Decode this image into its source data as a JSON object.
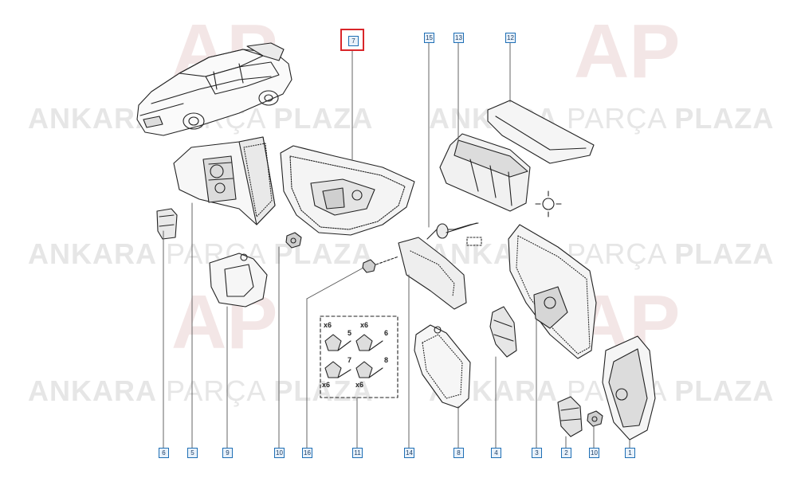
{
  "watermark": {
    "logo": "AP",
    "brand_bold_1": "ANKARA",
    "brand_light": "PARÇA",
    "brand_bold_2": "PLAZA"
  },
  "highlighted_callout": "7",
  "callouts": {
    "c15": "15",
    "c13": "13",
    "c12": "12",
    "c6": "6",
    "c5": "5",
    "c9": "9",
    "c10": "10",
    "c16": "16",
    "c11": "11",
    "c14": "14",
    "c8": "8",
    "c4": "4",
    "c3": "3",
    "c2": "2",
    "c10b": "10",
    "c1": "1"
  },
  "kit": {
    "n5": "5",
    "n6": "6",
    "n7": "7",
    "n8": "8",
    "q1": "x6",
    "q2": "x6",
    "q3": "x6",
    "q4": "x6"
  },
  "colors": {
    "highlight": "#d9262a",
    "callout_border": "#1f6fb5",
    "watermark": "#e6e6e6"
  }
}
